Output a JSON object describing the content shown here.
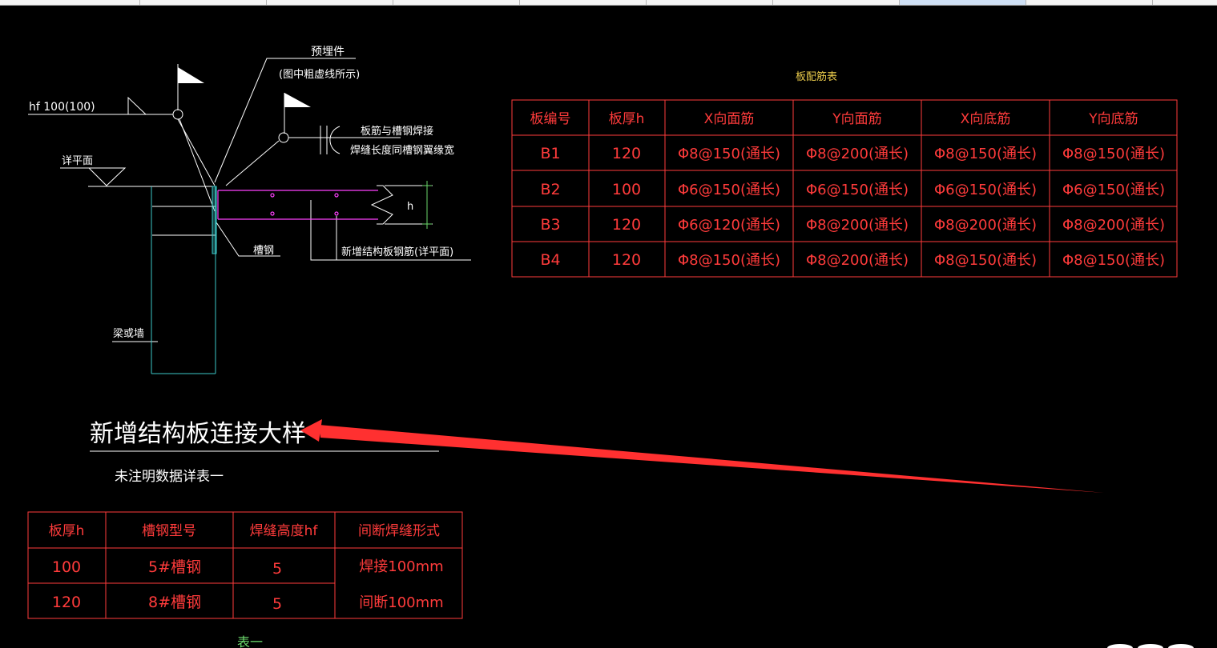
{
  "colors": {
    "background": "#000000",
    "line_white": "#ffffff",
    "table_red": "#ff3b3b",
    "cyan": "#3cc8c8",
    "magenta": "#ff40ff",
    "green": "#6cd86c",
    "title_yellow": "#e8c94a",
    "arrow_red": "#ff3030"
  },
  "detail": {
    "embedded_part": "预埋件",
    "embedded_note": "(图中粗虚线所示)",
    "weld_label": "hf 100(100)",
    "rebar_weld_1": "板筋与槽钢焊接",
    "rebar_weld_2": "焊缝长度同槽钢翼缘宽",
    "elevation_ref": "详平面",
    "channel": "槽钢",
    "new_slab_rebar": "新增结构板钢筋(详平面)",
    "beam_or_wall": "梁或墙",
    "dim_label": "h"
  },
  "detail_title": "新增结构板连接大样一",
  "unmarked_caption": "未注明数据详表一",
  "slab_table": {
    "title": "板配筋表",
    "headers": [
      "板编号",
      "板厚h",
      "X向面筋",
      "Y向面筋",
      "X向底筋",
      "Y向底筋"
    ],
    "rows": [
      [
        "B1",
        "120",
        "Φ8@150(通长)",
        "Φ8@200(通长)",
        "Φ8@150(通长)",
        "Φ8@150(通长)"
      ],
      [
        "B2",
        "100",
        "Φ6@150(通长)",
        "Φ6@150(通长)",
        "Φ6@150(通长)",
        "Φ6@150(通长)"
      ],
      [
        "B3",
        "120",
        "Φ6@120(通长)",
        "Φ8@200(通长)",
        "Φ8@200(通长)",
        "Φ8@200(通长)"
      ],
      [
        "B4",
        "120",
        "Φ8@150(通长)",
        "Φ8@200(通长)",
        "Φ8@150(通长)",
        "Φ8@150(通长)"
      ]
    ]
  },
  "weld_table": {
    "headers": [
      "板厚h",
      "槽钢型号",
      "焊缝高度hf",
      "间断焊缝形式"
    ],
    "rows": [
      [
        "100",
        "5#槽钢",
        "5"
      ],
      [
        "120",
        "8#槽钢",
        "5"
      ]
    ],
    "weld_form_1": "焊接100mm",
    "weld_form_2": "间断100mm"
  },
  "bottom_label": "表一"
}
